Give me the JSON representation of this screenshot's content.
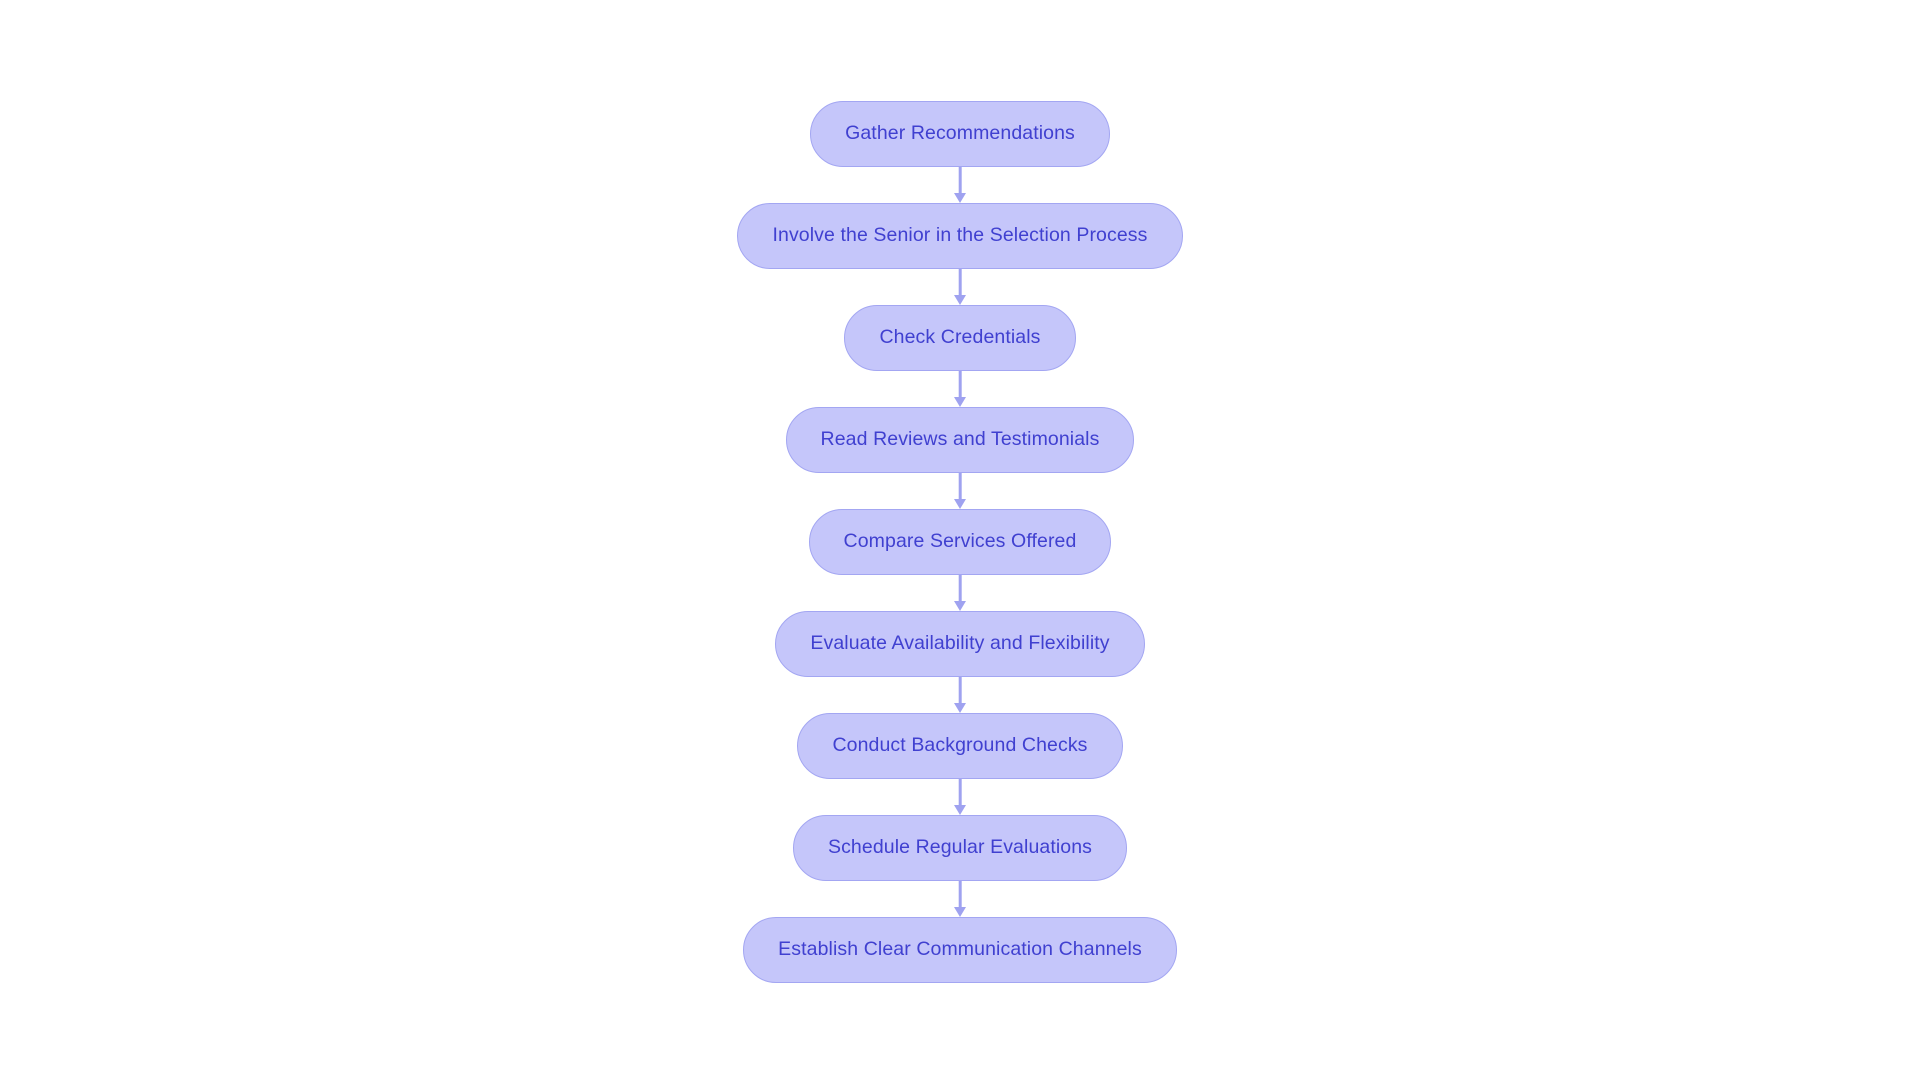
{
  "diagram": {
    "type": "flowchart",
    "orientation": "top-to-bottom",
    "title": "",
    "colors": {
      "node_fill": "#c5c6fa",
      "node_border": "#a3a6f2",
      "node_text": "#4040d0",
      "connector": "#9fa2f0",
      "background": "#ffffff"
    },
    "nodes": [
      {
        "id": "n1",
        "label": "Gather Recommendations"
      },
      {
        "id": "n2",
        "label": "Involve the Senior in the Selection Process"
      },
      {
        "id": "n3",
        "label": "Check Credentials"
      },
      {
        "id": "n4",
        "label": "Read Reviews and Testimonials"
      },
      {
        "id": "n5",
        "label": "Compare Services Offered"
      },
      {
        "id": "n6",
        "label": "Evaluate Availability and Flexibility"
      },
      {
        "id": "n7",
        "label": "Conduct Background Checks"
      },
      {
        "id": "n8",
        "label": "Schedule Regular Evaluations"
      },
      {
        "id": "n9",
        "label": "Establish Clear Communication Channels"
      }
    ],
    "edges": [
      {
        "from": "n1",
        "to": "n2",
        "label": ""
      },
      {
        "from": "n2",
        "to": "n3",
        "label": ""
      },
      {
        "from": "n3",
        "to": "n4",
        "label": ""
      },
      {
        "from": "n4",
        "to": "n5",
        "label": ""
      },
      {
        "from": "n5",
        "to": "n6",
        "label": ""
      },
      {
        "from": "n6",
        "to": "n7",
        "label": ""
      },
      {
        "from": "n7",
        "to": "n8",
        "label": ""
      },
      {
        "from": "n8",
        "to": "n9",
        "label": ""
      }
    ]
  }
}
